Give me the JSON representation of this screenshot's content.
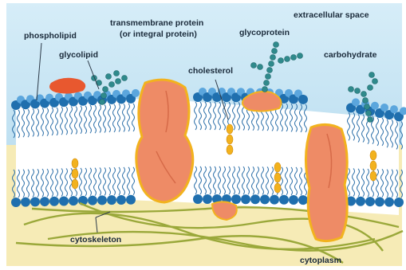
{
  "labels": {
    "phospholipid": "phospholipid",
    "glycolipid": "glycolipid",
    "transmembrane_line1": "transmembrane protein",
    "transmembrane_line2": "(or integral protein)",
    "glycoprotein": "glycoprotein",
    "extracellular": "extracellular space",
    "cholesterol": "cholesterol",
    "carbohydrate": "carbohydrate",
    "cytoskeleton": "cytoskeleton",
    "cytoplasm": "cytoplasm"
  },
  "colors": {
    "extracellular_bg": "#c5e4f2",
    "cytoplasm_bg": "#f6ebb6",
    "head_outer": "#1f6fae",
    "head_inner": "#5ba6dd",
    "protein": "#ee8b66",
    "protein_edge": "#f2b21e",
    "cholesterol": "#f2b21e",
    "carbohydrate": "#2f8a8c",
    "cytoskeleton": "#9aa83a"
  }
}
